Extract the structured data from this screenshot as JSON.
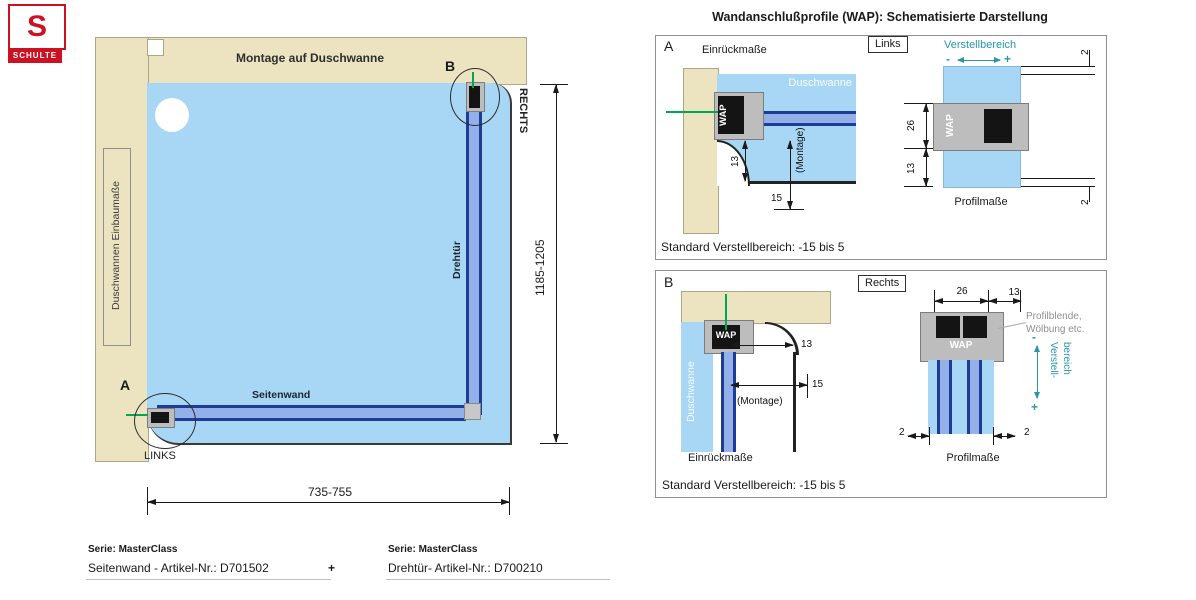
{
  "logo": {
    "letter": "S",
    "brand": "SCHULTE"
  },
  "plan": {
    "top_wall_label": "Montage auf Duschwanne",
    "left_wall_label": "Duschwannen Einbaumaße",
    "point_a": "A",
    "point_b": "B",
    "links_label": "LINKS",
    "rechts_label": "RECHTS",
    "door_label": "Drehtür",
    "side_wall_label": "Seitenwand",
    "height_range": "1185-1205",
    "width_range": "735-755"
  },
  "wap": {
    "title": "Wandanschlußprofile (WAP): Schematisierte Darstellung",
    "standard_note": "Standard Verstellbereich: -15 bis 5",
    "panel_a": {
      "id": "A",
      "tag": "Links",
      "einrueckmasse": "Einrückmaße",
      "verstellbereich": "Verstellbereich",
      "minus": "-",
      "plus": "+",
      "duschwanne": "Duschwanne",
      "wap_label": "WAP",
      "montage": "(Montage)",
      "d13": "13",
      "d15": "15",
      "d26": "26",
      "d2": "2",
      "profilmasse": "Profilmaße"
    },
    "panel_b": {
      "id": "B",
      "tag": "Rechts",
      "einrueckmasse": "Einrückmaße",
      "duschwanne": "Duschwanne",
      "wap_label": "WAP",
      "montage": "(Montage)",
      "d13": "13",
      "d15": "15",
      "d26": "26",
      "d2": "2",
      "profilblende_line1": "Profilblende,",
      "profilblende_line2": "Wölbung etc.",
      "verstell_line1": "Verstell-",
      "verstell_line2": "bereich",
      "minus": "-",
      "plus": "+",
      "profilmasse": "Profilmaße"
    }
  },
  "footer": {
    "series_left": "Serie: MasterClass",
    "article_left": "Seitenwand - Artikel-Nr.: D701502",
    "plus": "+",
    "series_right": "Serie: MasterClass",
    "article_right": "Drehtür- Artikel-Nr.: D700210"
  },
  "colors": {
    "wall_beige": "#ece4c1",
    "tray_blue": "#a8d7f5",
    "profile_blue": "#1e3c96",
    "accent_teal": "#2a96a8",
    "mount_green": "#00a651",
    "logo_red": "#cc1222"
  }
}
